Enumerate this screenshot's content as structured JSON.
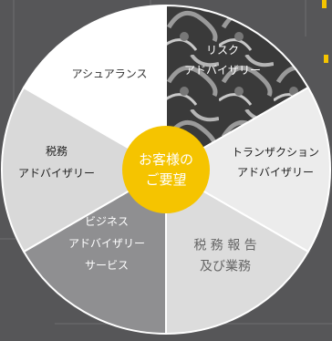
{
  "center": {
    "line1": "お客様の",
    "line2": "ご要望",
    "fill": "#f5c400",
    "text_color": "#ffffff"
  },
  "segments": [
    {
      "key": "risk",
      "lines": [
        "リスク",
        "アドバイザリー"
      ],
      "fill": "#3a3a3a",
      "text_color": "#ffffff",
      "pattern": "dark-metallic-swirl"
    },
    {
      "key": "transaction",
      "lines": [
        "トランザクション",
        "アドバイザリー"
      ],
      "fill": "#ececec",
      "text_color": "#222222"
    },
    {
      "key": "tax-report",
      "lines": [
        "税 務 報 告",
        "及び業務"
      ],
      "fill": "#dcdcdc",
      "text_color": "#666666"
    },
    {
      "key": "business",
      "lines": [
        "ビジネス",
        "アドバイザリー",
        "サービス"
      ],
      "fill": "#8f8f91",
      "text_color": "#ffffff"
    },
    {
      "key": "tax-advisory",
      "lines": [
        "税務",
        "アドバイザリー"
      ],
      "fill": "#d9d9d9",
      "text_color": "#222222"
    },
    {
      "key": "assurance",
      "lines": [
        "アシュアランス"
      ],
      "fill": "#ffffff",
      "text_color": "#333333"
    }
  ],
  "colors": {
    "background": "#565658",
    "grid_line": "#6e6e70",
    "accent": "#f5c400",
    "divider": "#ffffff"
  }
}
